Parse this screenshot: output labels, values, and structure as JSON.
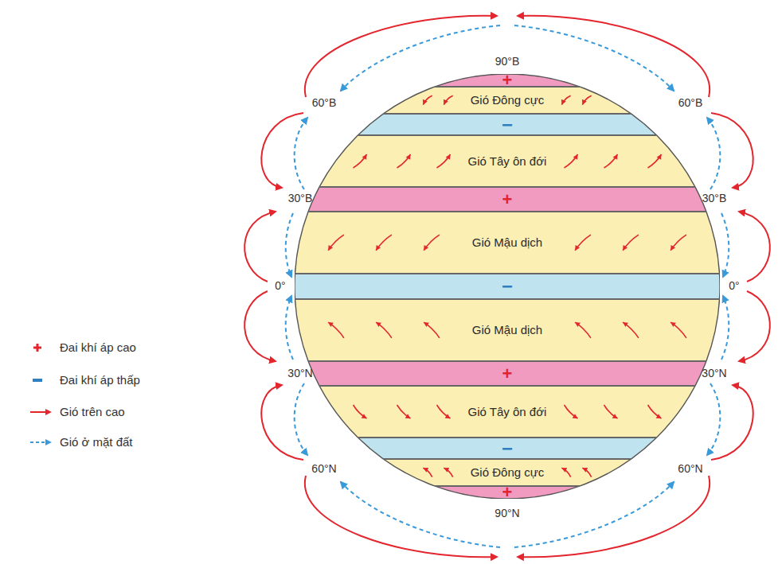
{
  "diagram": {
    "nodes": [
      {
        "text": [
          "+"
        ]
      },
      {
        "text": [
          "Gió Đông cực"
        ]
      },
      {
        "text": [
          "−"
        ]
      },
      {
        "text": [
          "Gió Tây ôn đới"
        ]
      },
      {
        "text": [
          "+"
        ]
      },
      {
        "text": [
          "Gió Mậu dịch"
        ]
      },
      {
        "text": [
          "−"
        ]
      },
      {
        "text": [
          "Gió Mậu dịch"
        ]
      },
      {
        "text": [
          "+"
        ]
      },
      {
        "text": [
          "Gió Tây ôn đới"
        ]
      },
      {
        "text": [
          "−"
        ]
      },
      {
        "text": [
          "Gió Đông cực"
        ]
      },
      {
        "text": [
          "+"
        ]
      }
    ],
    "labels": [
      "90°B",
      "60°B",
      "60°B",
      "30°B",
      "30°B",
      "0°",
      "0°",
      "30°N",
      "30°N",
      "60°N",
      "60°N",
      "90°N"
    ],
    "legend": [
      {
        "text": "Đai khí áp cao"
      },
      {
        "text": "Đai khí áp thấp"
      },
      {
        "text": "Gió trên cao"
      },
      {
        "text": "Gió ở mặt đất"
      }
    ]
  }
}
